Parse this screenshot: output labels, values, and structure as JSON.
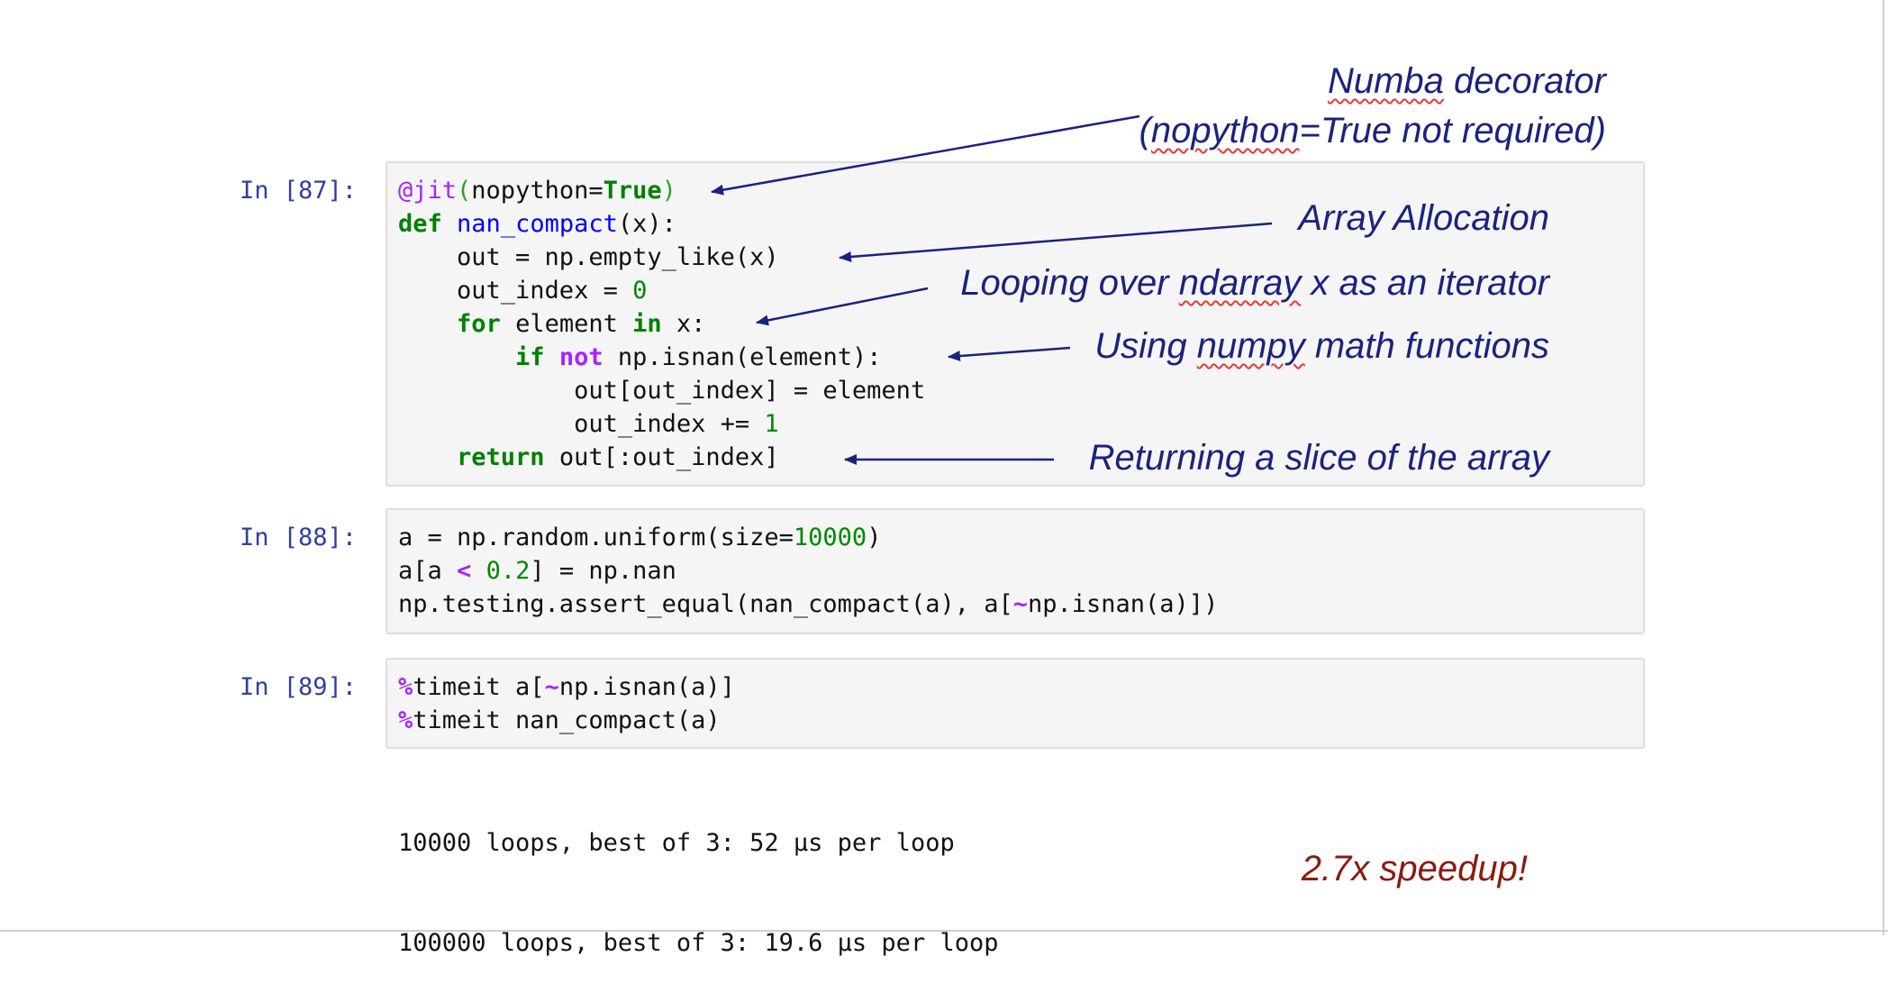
{
  "cells": [
    {
      "prompt": "In [87]:",
      "lines": [
        [
          [
            "dec",
            "@jit"
          ],
          [
            "paren",
            "("
          ],
          [
            "",
            "nopython="
          ],
          [
            "bool",
            "True"
          ],
          [
            "paren",
            ")"
          ]
        ],
        [
          [
            "kw",
            "def"
          ],
          [
            "",
            " "
          ],
          [
            "fn",
            "nan_compact"
          ],
          [
            "",
            "(x):"
          ]
        ],
        [
          [
            "",
            "    out = np.empty_like(x)"
          ]
        ],
        [
          [
            "",
            "    out_index = "
          ],
          [
            "num",
            "0"
          ]
        ],
        [
          [
            "",
            "    "
          ],
          [
            "kw",
            "for"
          ],
          [
            "",
            " element "
          ],
          [
            "kw",
            "in"
          ],
          [
            "",
            " x:"
          ]
        ],
        [
          [
            "",
            "        "
          ],
          [
            "kw",
            "if"
          ],
          [
            "",
            " "
          ],
          [
            "kwp",
            "not"
          ],
          [
            "",
            " np.isnan(element):"
          ]
        ],
        [
          [
            "",
            "            out[out_index] = element"
          ]
        ],
        [
          [
            "",
            "            out_index += "
          ],
          [
            "num",
            "1"
          ]
        ],
        [
          [
            "",
            "    "
          ],
          [
            "kw",
            "return"
          ],
          [
            "",
            " out[:out_index]"
          ]
        ]
      ]
    },
    {
      "prompt": "In [88]:",
      "lines": [
        [
          [
            "",
            "a = np.random.uniform(size="
          ],
          [
            "num",
            "10000"
          ],
          [
            "",
            ")"
          ]
        ],
        [
          [
            "",
            "a[a "
          ],
          [
            "op",
            "<"
          ],
          [
            "",
            " "
          ],
          [
            "num",
            "0.2"
          ],
          [
            "",
            "] = np.nan"
          ]
        ],
        [
          [
            "",
            "np.testing.assert_equal(nan_compact(a), a["
          ],
          [
            "op",
            "~"
          ],
          [
            "",
            "np.isnan(a)])"
          ]
        ]
      ]
    },
    {
      "prompt": "In [89]:",
      "lines": [
        [
          [
            "op",
            "%"
          ],
          [
            "",
            "timeit a["
          ],
          [
            "op",
            "~"
          ],
          [
            "",
            "np.isnan(a)]"
          ]
        ],
        [
          [
            "op",
            "%"
          ],
          [
            "",
            "timeit nan_compact(a)"
          ]
        ]
      ]
    }
  ],
  "output_lines": [
    "10000 loops, best of 3: 52 µs per loop",
    "100000 loops, best of 3: 19.6 µs per loop"
  ],
  "annotations": {
    "decorator_line1_a": "Numba",
    "decorator_line1_b": " decorator",
    "decorator_line2_a": "(",
    "decorator_line2_b": "nopython",
    "decorator_line2_c": "=True not required)",
    "allocation": "Array Allocation",
    "looping_a": "Looping over ",
    "looping_b": "ndarray",
    "looping_c": " x as an iterator",
    "numpy_a": "Using ",
    "numpy_b": "numpy",
    "numpy_c": " math functions",
    "slice": "Returning a slice of the array",
    "speedup": "2.7x speedup!"
  },
  "colors": {
    "annotation": "#1a237e",
    "speedup": "#8b1a10",
    "prompt": "#303f9f"
  }
}
